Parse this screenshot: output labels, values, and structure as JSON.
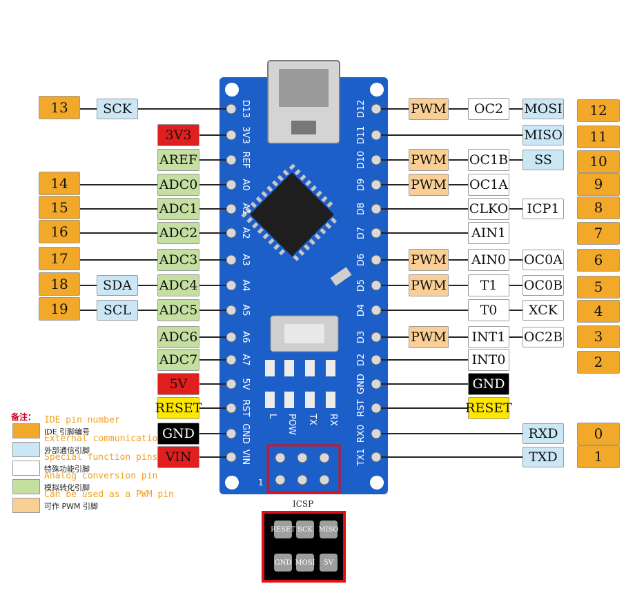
{
  "colors": {
    "ide": "#f2a92a",
    "comm": "#cbe6f5",
    "special": "#ffffff",
    "analog": "#c5dfa0",
    "pwm": "#f9cf95",
    "power3v3": "#e21f1f",
    "power5v": "#e21f1f",
    "vin": "#e21f1f",
    "reset": "#ffe800",
    "gnd": "#000000",
    "board": "#1d5fc9",
    "icsp_border": "#e01010"
  },
  "board": {
    "left_silk": [
      "D13",
      "3V3",
      "REF",
      "A0",
      "A1",
      "A2",
      "A3",
      "A4",
      "A5",
      "A6",
      "A7",
      "5V",
      "RST",
      "GND",
      "VIN"
    ],
    "right_silk": [
      "D12",
      "D11",
      "D10",
      "D9",
      "D8",
      "D7",
      "D6",
      "D5",
      "D4",
      "D3",
      "D2",
      "GND",
      "RST",
      "RX0",
      "TX1"
    ],
    "led_labels": [
      "L",
      "POW",
      "TX",
      "RX"
    ],
    "pin1_mark": "1"
  },
  "left_rows": [
    {
      "idx": "13",
      "comm": "SCK",
      "func": ""
    },
    {
      "idx": "",
      "comm": "",
      "func": "3V3",
      "func_kind": "power3v3"
    },
    {
      "idx": "",
      "comm": "",
      "func": "AREF",
      "func_kind": "analog"
    },
    {
      "idx": "14",
      "comm": "",
      "func": "ADC0",
      "func_kind": "analog"
    },
    {
      "idx": "15",
      "comm": "",
      "func": "ADC1",
      "func_kind": "analog"
    },
    {
      "idx": "16",
      "comm": "",
      "func": "ADC2",
      "func_kind": "analog"
    },
    {
      "idx": "17",
      "comm": "",
      "func": "ADC3",
      "func_kind": "analog"
    },
    {
      "idx": "18",
      "comm": "SDA",
      "func": "ADC4",
      "func_kind": "analog"
    },
    {
      "idx": "19",
      "comm": "SCL",
      "func": "ADC5",
      "func_kind": "analog"
    },
    {
      "idx": "",
      "comm": "",
      "func": "ADC6",
      "func_kind": "analog"
    },
    {
      "idx": "",
      "comm": "",
      "func": "ADC7",
      "func_kind": "analog"
    },
    {
      "idx": "",
      "comm": "",
      "func": "5V",
      "func_kind": "power5v"
    },
    {
      "idx": "",
      "comm": "",
      "func": "RESET",
      "func_kind": "reset"
    },
    {
      "idx": "",
      "comm": "",
      "func": "GND",
      "func_kind": "gnd"
    },
    {
      "idx": "",
      "comm": "",
      "func": "VIN",
      "func_kind": "vin"
    }
  ],
  "right_rows": [
    {
      "pwm": "PWM",
      "special": "OC2",
      "comm": "MOSI",
      "idx": "12"
    },
    {
      "pwm": "",
      "special": "",
      "comm": "MISO",
      "idx": "11"
    },
    {
      "pwm": "PWM",
      "special": "OC1B",
      "comm": "SS",
      "idx": "10"
    },
    {
      "pwm": "PWM",
      "special": "OC1A",
      "comm": "",
      "idx": "9"
    },
    {
      "pwm": "",
      "special": "CLKO",
      "special2": "ICP1",
      "idx": "8"
    },
    {
      "pwm": "",
      "special": "AIN1",
      "idx": "7"
    },
    {
      "pwm": "PWM",
      "special": "AIN0",
      "special2": "OC0A",
      "idx": "6"
    },
    {
      "pwm": "PWM",
      "special": "T1",
      "special2": "OC0B",
      "idx": "5"
    },
    {
      "pwm": "",
      "special": "T0",
      "special2": "XCK",
      "idx": "4"
    },
    {
      "pwm": "PWM",
      "special": "INT1",
      "special2": "OC2B",
      "idx": "3"
    },
    {
      "pwm": "",
      "special": "INT0",
      "idx": "2"
    },
    {
      "pwm": "",
      "special": "GND",
      "special_kind": "gnd",
      "idx": ""
    },
    {
      "pwm": "",
      "special": "RESET",
      "special_kind": "reset",
      "idx": ""
    },
    {
      "pwm": "",
      "special": "",
      "comm": "RXD",
      "idx": "0"
    },
    {
      "pwm": "",
      "special": "",
      "comm": "TXD",
      "idx": "1"
    }
  ],
  "legend": {
    "title": "备注：",
    "items": [
      {
        "en": "IDE pin number",
        "cn": "IDE 引脚编号",
        "kind": "ide"
      },
      {
        "en": "External communication pins",
        "cn": "外部通信引脚",
        "kind": "comm"
      },
      {
        "en": "Special function pins",
        "cn": "特殊功能引脚",
        "kind": "special"
      },
      {
        "en": "Analog conversion pin",
        "cn": "模拟转化引脚",
        "kind": "analog"
      },
      {
        "en": "Can be used as a PWM pin",
        "cn": "可作 PWM 引脚",
        "kind": "pwm"
      }
    ]
  },
  "icsp": {
    "title": "ICSP",
    "top": [
      "RESET",
      "SCK",
      "MISO"
    ],
    "bottom": [
      "GND",
      "MOSI",
      "5V"
    ]
  }
}
